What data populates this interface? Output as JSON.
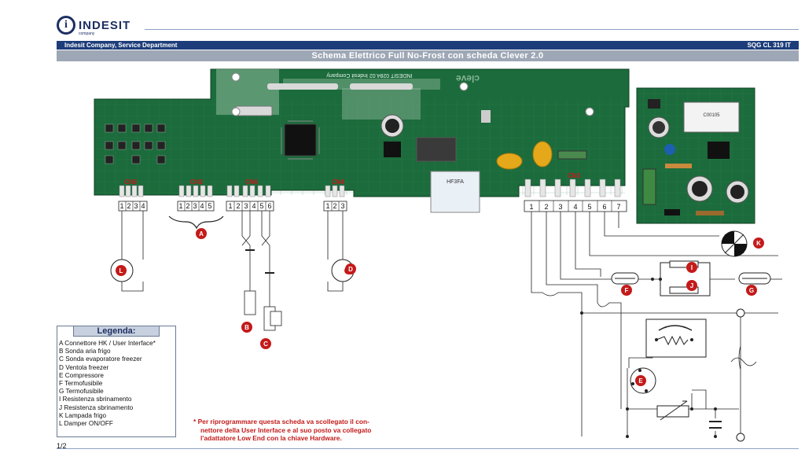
{
  "header": {
    "brand": "INDESIT",
    "brand_sub": "company",
    "company_dept": "Indesit Company, Service Department",
    "doc_code": "SQG CL 319 IT",
    "title": "Schema Elettrico Full No-Frost con scheda Clever 2.0"
  },
  "board": {
    "silk_text": "INDESIT 0284.02   Indesit Company",
    "relay_text": "HF3FA",
    "cap_text": "C00105"
  },
  "connectors": [
    {
      "label": "CN5",
      "pins": [
        "1",
        "2",
        "3",
        "4"
      ]
    },
    {
      "label": "CN2",
      "pins": [
        "1",
        "2",
        "3",
        "4",
        "5"
      ]
    },
    {
      "label": "CN6",
      "pins": [
        "1",
        "2",
        "3",
        "4",
        "5",
        "6"
      ]
    },
    {
      "label": "CN4",
      "pins": [
        "1",
        "2",
        "3"
      ]
    },
    {
      "label": "CN3",
      "pins": [
        "1",
        "2",
        "3",
        "4",
        "5",
        "6",
        "7"
      ]
    }
  ],
  "markers": {
    "A": "A",
    "B": "B",
    "C": "C",
    "D": "D",
    "E": "E",
    "F": "F",
    "G": "G",
    "I": "I",
    "J": "J",
    "K": "K",
    "L": "L"
  },
  "legend": {
    "title": "Legenda:",
    "items": [
      "A  Connettore HK / User Interface*",
      "B  Sonda aria frigo",
      "C  Sonda evaporatore freezer",
      "D  Ventola freezer",
      "E  Compressore",
      "F  Termofusibile",
      "G  Termofusibile",
      "I   Resistenza sbrinamento",
      "J  Resistenza sbrinamento",
      "K  Lampada frigo",
      "L  Damper ON/OFF"
    ]
  },
  "note": {
    "star": "*",
    "line1": "Per riprogrammare questa scheda va scollegato il con-",
    "line2": "nettore della User Interface e al suo posto va collegato",
    "line3": "l'adattatore Low End  con la chiave Hardware."
  },
  "footer": {
    "page": "1/2"
  },
  "colors": {
    "pcb": "#1c6b3c",
    "brand_blue": "#1d3d7a",
    "title_bar": "#9ea7b5",
    "marker_red": "#c41a1a"
  }
}
